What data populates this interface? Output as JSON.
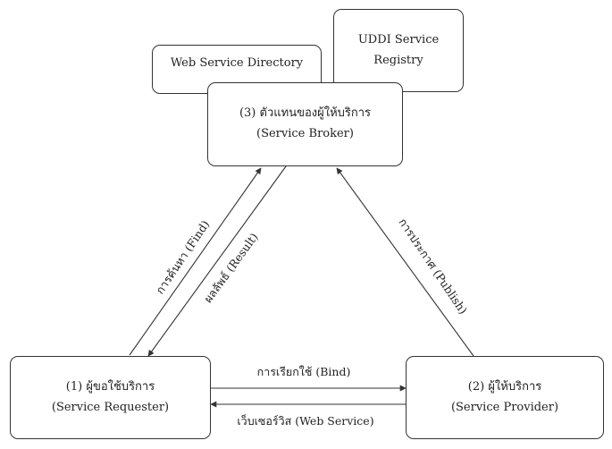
{
  "nodes": {
    "directory": {
      "line1": "Web Service Directory"
    },
    "uddi": {
      "line1": "UDDI Service",
      "line2": "Registry"
    },
    "broker": {
      "line1": "(3) ตัวแทนของผู้ให้บริการ",
      "line2": "(Service Broker)"
    },
    "requester": {
      "line1": "(1) ผู้ขอใช้บริการ",
      "line2": "(Service Requester)"
    },
    "provider": {
      "line1": "(2) ผู้ให้บริการ",
      "line2": "(Service Provider)"
    }
  },
  "edges": {
    "find": "การค้นหา (Find)",
    "result": "ผลลัพธ์ (Result)",
    "publish": "การประกาศ (Publish)",
    "bind": "การเรียกใช้ (Bind)",
    "web_service": "เว็บเซอร์วิส (Web Service)"
  }
}
